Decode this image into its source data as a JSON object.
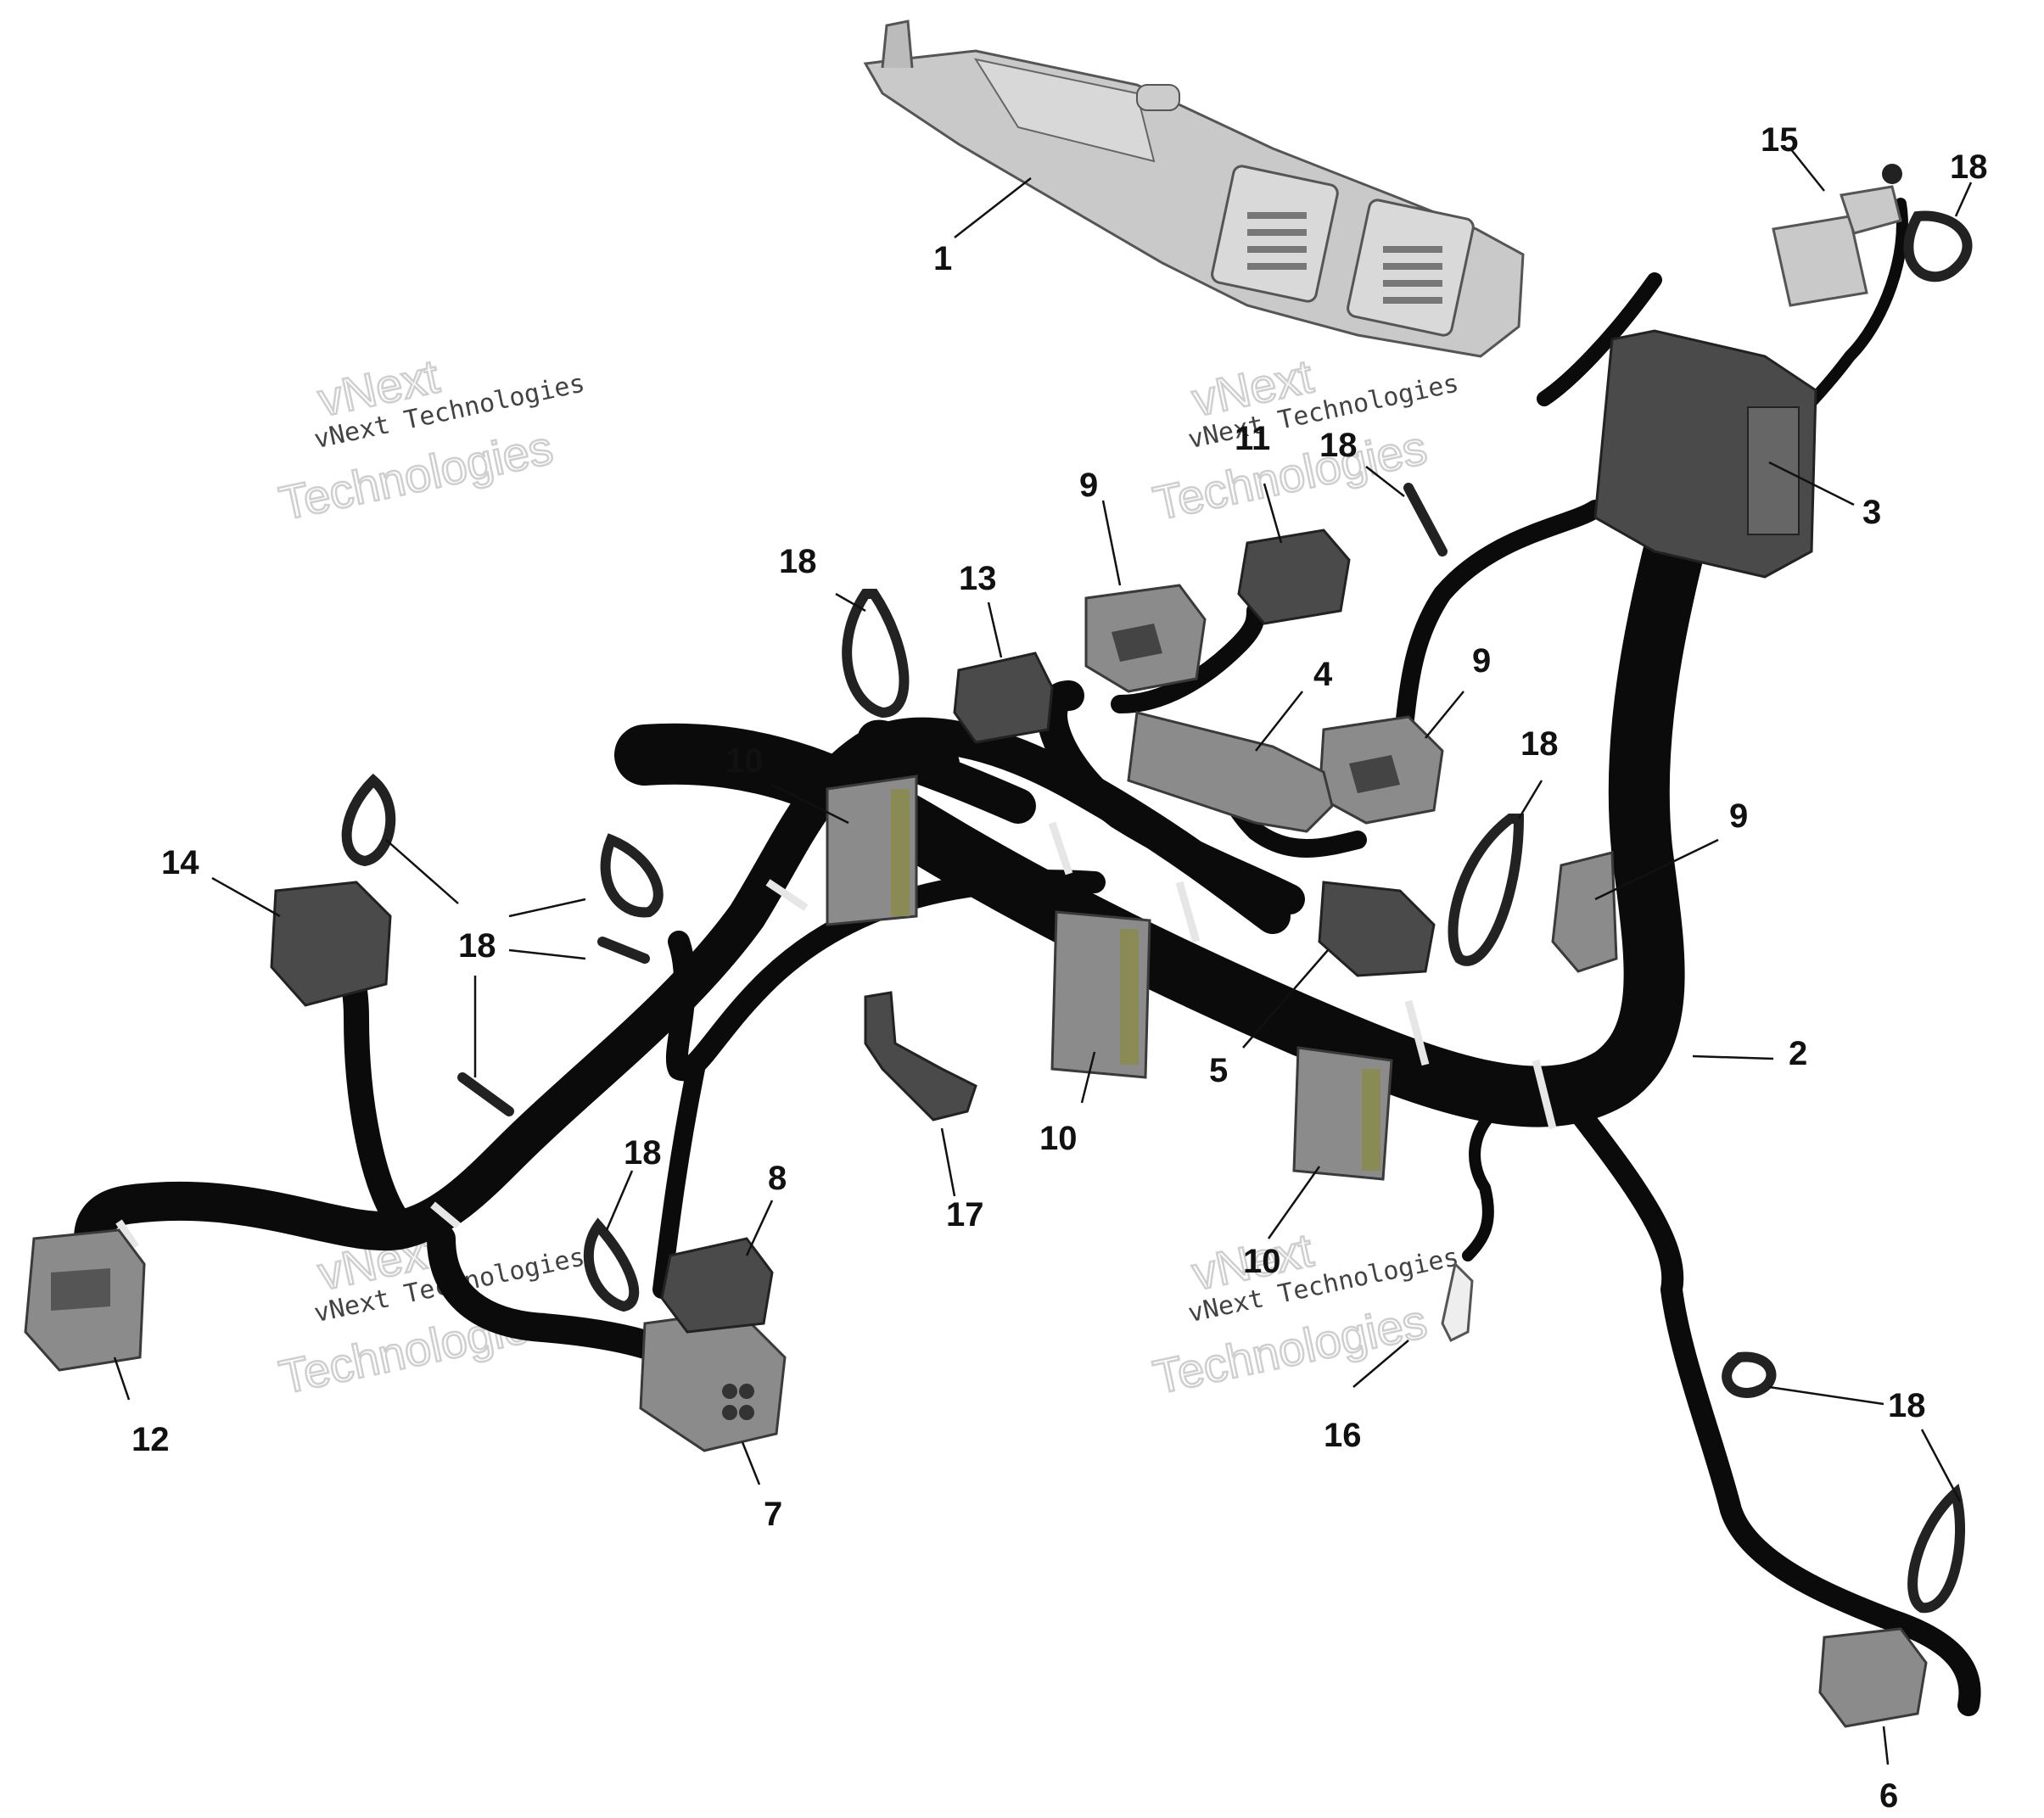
{
  "callouts": {
    "c1": "1",
    "c2": "2",
    "c3": "3",
    "c4": "4",
    "c5": "5",
    "c6": "6",
    "c7": "7",
    "c8": "8",
    "c9": "9",
    "c10": "10",
    "c11": "11",
    "c12": "12",
    "c13": "13",
    "c14": "14",
    "c15": "15",
    "c16": "16",
    "c17": "17",
    "c18": "18"
  },
  "watermark": {
    "line1": "vNext",
    "line2": "vNext Technologies",
    "line3": "Technologies"
  }
}
